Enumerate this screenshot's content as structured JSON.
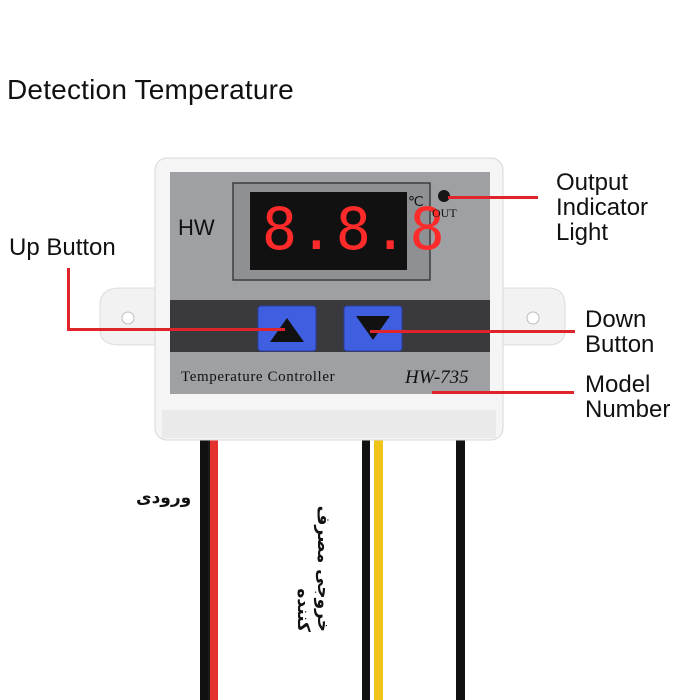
{
  "title": "Detection Temperature",
  "device": {
    "brand": "HW",
    "display": "8.8.8",
    "unit": "℃",
    "out_label": "OUT",
    "product_name": "Temperature Controller",
    "model": "HW-735"
  },
  "labels": {
    "up_button": "Up Button",
    "down_line1": "Down",
    "down_line2": "Button",
    "output_line1": "Output",
    "output_line2": "Indicator",
    "output_line3": "Light",
    "model_line1": "Model",
    "model_line2": "Number"
  },
  "wire_labels": {
    "input": "ورودی",
    "output": "خروجی مصرف کننده"
  },
  "colors": {
    "accent": "#e0242c",
    "display_digits": "#ff2a2a",
    "buttons": "#3f5fe0"
  },
  "icons": [
    "arrow-up-icon",
    "arrow-down-icon",
    "led-indicator-icon"
  ]
}
